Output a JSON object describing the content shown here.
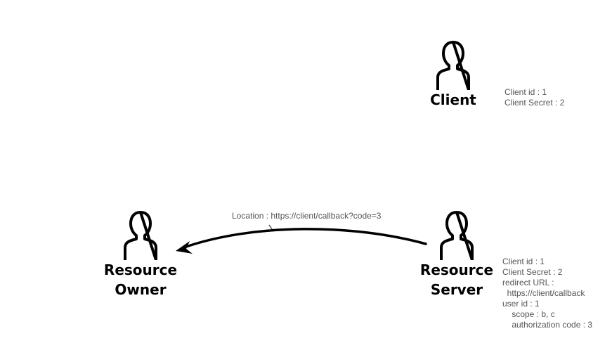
{
  "actors": {
    "client": {
      "label": "Client"
    },
    "resource_owner": {
      "label": "Resource\nOwner"
    },
    "resource_server": {
      "label": "Resource\nServer"
    }
  },
  "client_note": {
    "lines": [
      "Client id : 1",
      "Client Secret : 2"
    ]
  },
  "server_note": {
    "lines": [
      "Client id : 1",
      "Client Secret : 2",
      "redirect URL :",
      "  https://client/callback",
      "user id : 1",
      "    scope : b, c",
      "    authorization code : 3"
    ]
  },
  "redirect_arrow": {
    "label": "Location : https://client/callback?code=3"
  },
  "colors": {
    "icon": "#000000",
    "note_text": "#555555",
    "background": "#ffffff"
  },
  "icons": {
    "actor": "person-outline-icon",
    "arrow": "arrowhead-icon"
  }
}
